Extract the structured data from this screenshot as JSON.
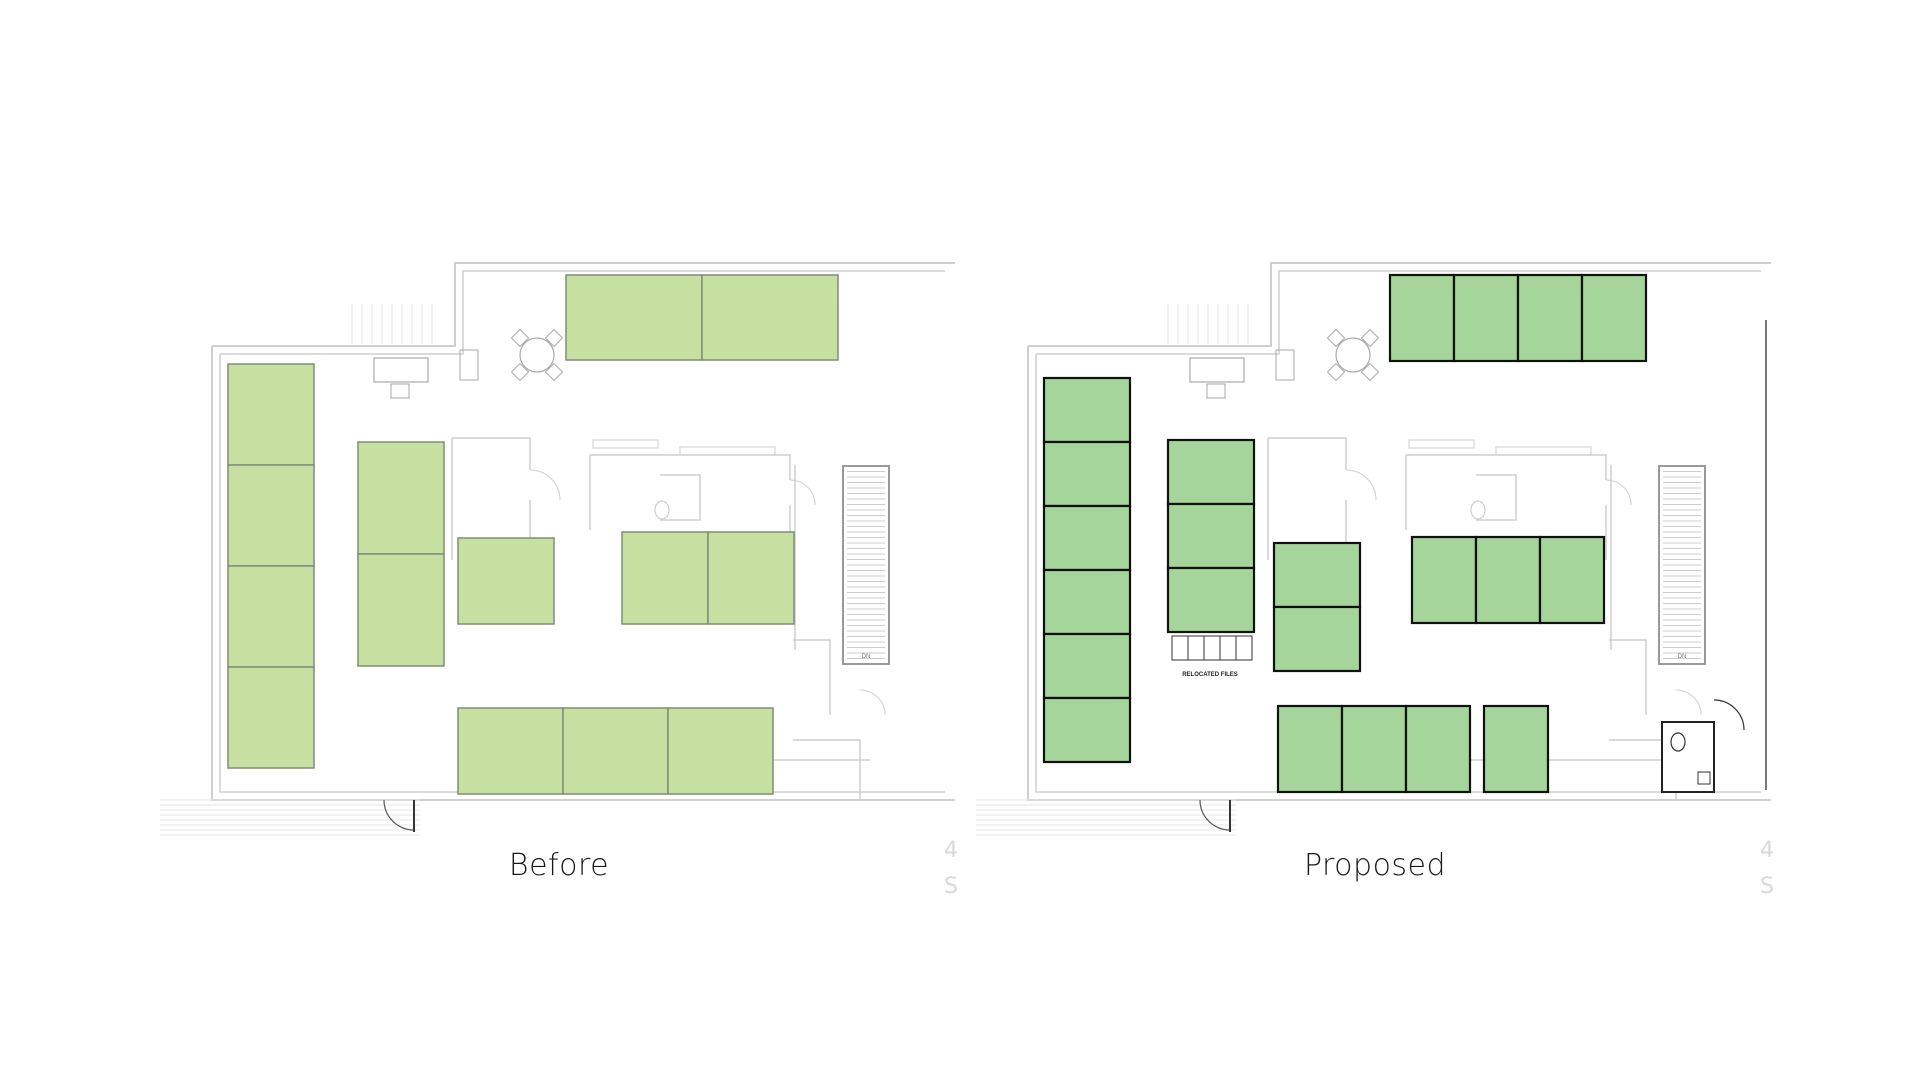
{
  "plans": [
    {
      "id": "before",
      "caption": "Before",
      "edge_glyphs": [
        "4",
        "S"
      ],
      "stair_label": "DN",
      "workstation_fill": "#c5e0a0",
      "workstation_stroke": "#7f8d77",
      "files_label": ""
    },
    {
      "id": "proposed",
      "caption": "Proposed",
      "edge_glyphs": [
        "4",
        "S"
      ],
      "stair_label": "DN",
      "workstation_fill": "#a5d59b",
      "workstation_stroke": "#111111",
      "files_label": "RELOCATED FILES"
    }
  ],
  "colors": {
    "wall": "#cfcfcf",
    "wall_dark": "#9a9a9a",
    "caption": "#1a1a1a"
  }
}
